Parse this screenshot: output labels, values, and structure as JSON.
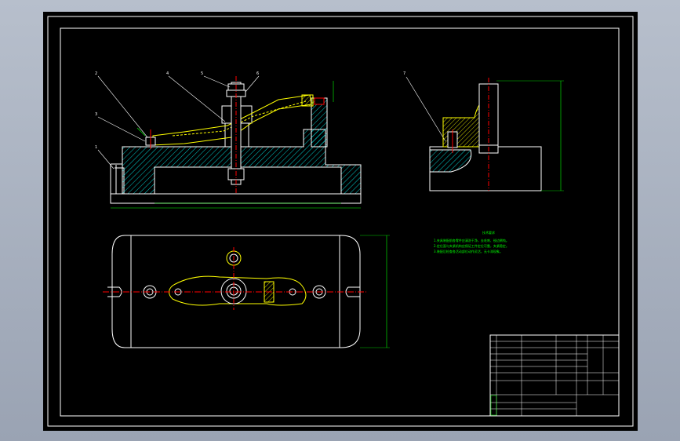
{
  "colors": {
    "background": "#000000",
    "outline": "#ffffff",
    "hatch": "#00ffff",
    "dimension": "#00ff00",
    "centerline": "#ff0000",
    "hidden_detail": "#ffff00",
    "border": "#ffffff"
  },
  "balloons": [
    "1",
    "2",
    "3",
    "4",
    "5",
    "6",
    "7"
  ],
  "tech_notes": {
    "title": "技术要求",
    "lines": [
      "1.夹具装配前各零件应清洗干净，去毛刺、锐边倒钝。",
      "2.定位面与夹紧机构应保证工件定位可靠，夹紧稳定。",
      "3.装配后检查各活动部位动作灵活，无卡滞现象。"
    ]
  },
  "title_block": {
    "rows": [
      "",
      "",
      "",
      "",
      "",
      "",
      ""
    ],
    "cells": [
      "",
      "",
      "",
      "",
      ""
    ]
  }
}
